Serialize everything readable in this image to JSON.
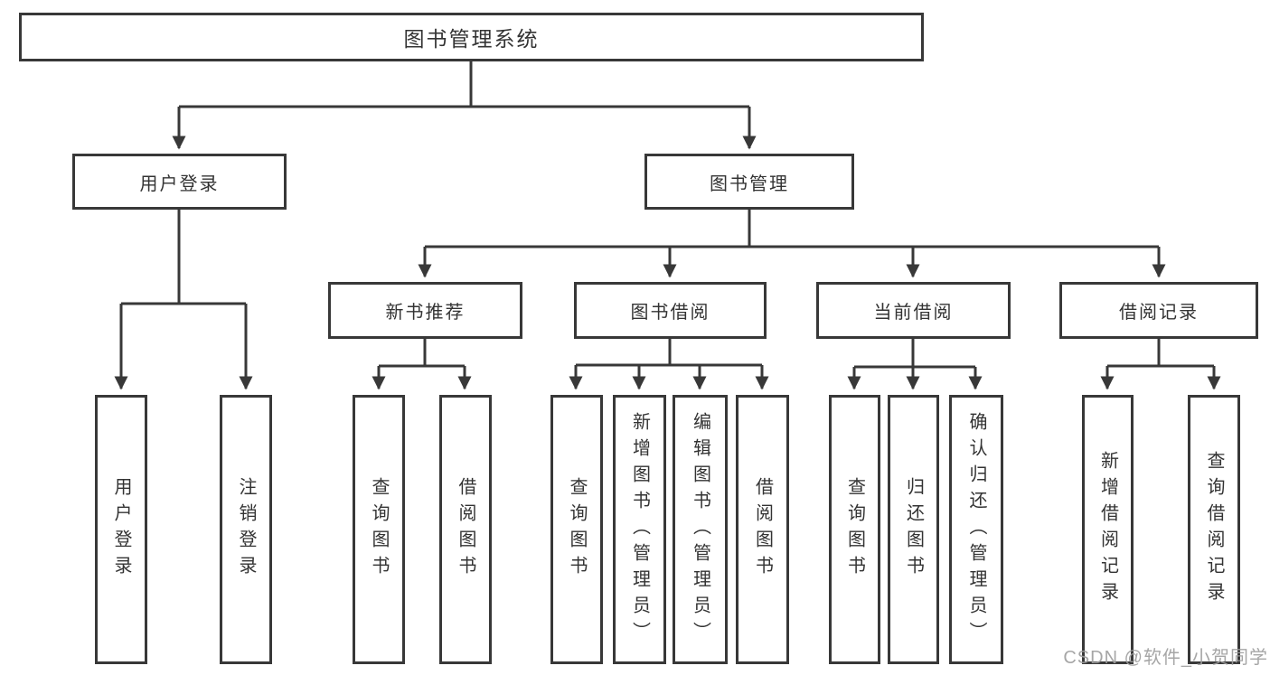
{
  "colors": {
    "line": "#383838",
    "box_border": "#383838",
    "text": "#333333",
    "watermark": "#9e9e9e",
    "background": "#ffffff"
  },
  "watermark": {
    "text": "CSDN @软件_小贺同学"
  },
  "diagram": {
    "root": {
      "label": "图书管理系统",
      "children": [
        {
          "label": "用户登录",
          "children": [
            {
              "label": "用户登录"
            },
            {
              "label": "注销登录"
            }
          ]
        },
        {
          "label": "图书管理",
          "children": [
            {
              "label": "新书推荐",
              "children": [
                {
                  "label": "查询图书"
                },
                {
                  "label": "借阅图书"
                }
              ]
            },
            {
              "label": "图书借阅",
              "children": [
                {
                  "label": "查询图书"
                },
                {
                  "label": "新增图书（管理员）"
                },
                {
                  "label": "编辑图书（管理员）"
                },
                {
                  "label": "借阅图书"
                }
              ]
            },
            {
              "label": "当前借阅",
              "children": [
                {
                  "label": "查询图书"
                },
                {
                  "label": "归还图书"
                },
                {
                  "label": "确认归还（管理员）"
                }
              ]
            },
            {
              "label": "借阅记录",
              "children": [
                {
                  "label": "新增借阅记录"
                },
                {
                  "label": "查询借阅记录"
                }
              ]
            }
          ]
        }
      ]
    }
  }
}
